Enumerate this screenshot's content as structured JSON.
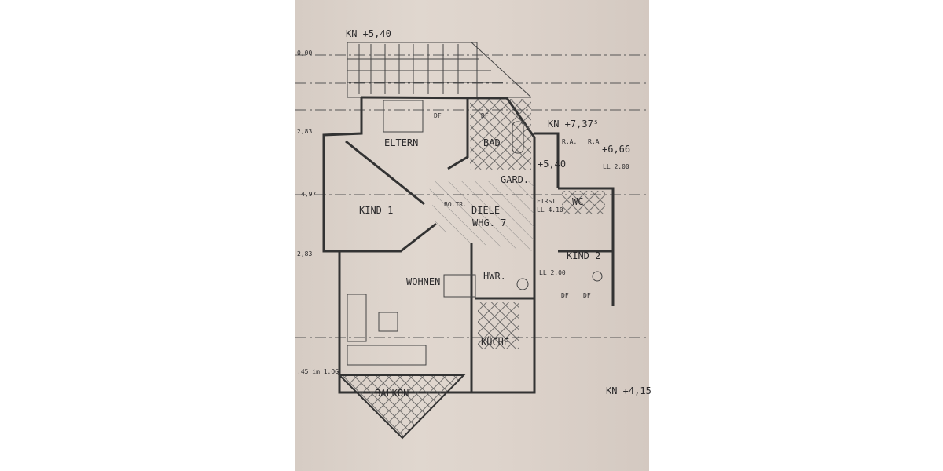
{
  "plan": {
    "elevations": {
      "top": "KN +5,40",
      "right_top": "KN +7,37⁵",
      "right_mid": "+6,66",
      "center_right": "+5,40",
      "bottom_right": "KN +4,15"
    },
    "left_margin": [
      "0,00",
      "2,83",
      "4,97",
      "2,83",
      ",45 im 1.OG"
    ],
    "rooms": {
      "eltern": "ELTERN",
      "bad": "BAD",
      "gard": "GARD.",
      "kind1": "KIND 1",
      "diele": "DIELE",
      "whg": "WHG. 7",
      "wc": "WC",
      "wohnen": "WOHNEN",
      "hwr": "HWR.",
      "kind2": "KIND 2",
      "kueche": "KÜCHE",
      "balkon": "BALKON"
    },
    "annotations": {
      "df1": "DF",
      "df2": "DF",
      "df3": "DF",
      "df4": "DF",
      "bo_tr": "BO.TR.",
      "first": "FIRST",
      "ll_410": "LL 4.10",
      "ll_200_top": "LL 2.00",
      "ll_200_kind2": "LL 2.00",
      "ra1": "R.A.",
      "ra2": "R.A"
    }
  }
}
